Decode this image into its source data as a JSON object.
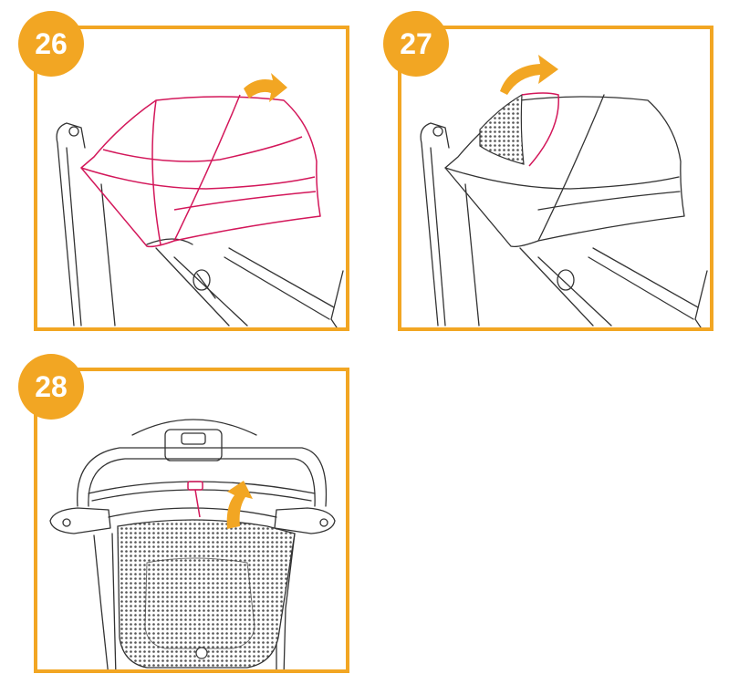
{
  "colors": {
    "accent": "#F2A623",
    "highlight": "#D3175A",
    "line": "#333333"
  },
  "steps": [
    {
      "number": "26",
      "illustration": "canopy-slide-forward",
      "arrow": "arrow-right-icon"
    },
    {
      "number": "27",
      "illustration": "canopy-reveal-mesh-window",
      "arrow": "arrow-right-icon"
    },
    {
      "number": "28",
      "illustration": "mesh-panel-fasten-up",
      "arrow": "arrow-up-icon"
    }
  ]
}
